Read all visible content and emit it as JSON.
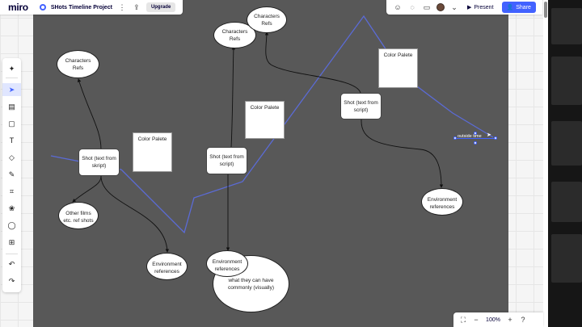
{
  "app": {
    "logo": "miro",
    "board_title": "SHots Timeline Project",
    "upgrade_label": "Upgrade",
    "present_label": "Present",
    "share_label": "Share"
  },
  "toolbar": {
    "tools": [
      "sparkle-icon",
      "select-icon",
      "templates-icon",
      "sticky-note-icon",
      "text-icon",
      "shapes-icon",
      "pen-icon",
      "frame-icon",
      "apps-icon",
      "comment-icon",
      "add-icon",
      "undo-icon",
      "redo-icon"
    ]
  },
  "zoom": {
    "level": "100%"
  },
  "canvas": {
    "char_refs_left": "Characters Refs",
    "char_refs_mid": "Characters Refs",
    "char_refs_top": "Characters Refs",
    "color_palette_left": "Color Palete",
    "color_palette_mid": "Color Palete",
    "color_palette_right": "Color Palete",
    "shot_left": "Shot (text from skript)",
    "shot_mid": "Shot (text from script)",
    "shot_right": "Shot (text from script)",
    "other_films": "Other films etc. ref shots",
    "env_left": "Environment references",
    "env_mid": "Environment references",
    "env_right": "Environment references",
    "common_visual": "what they can have commonly (visually)",
    "selected_text": "outside time"
  },
  "colors": {
    "accent": "#4262ff",
    "canvas_dark": "#585858",
    "timeline": "#5b6bd6"
  }
}
